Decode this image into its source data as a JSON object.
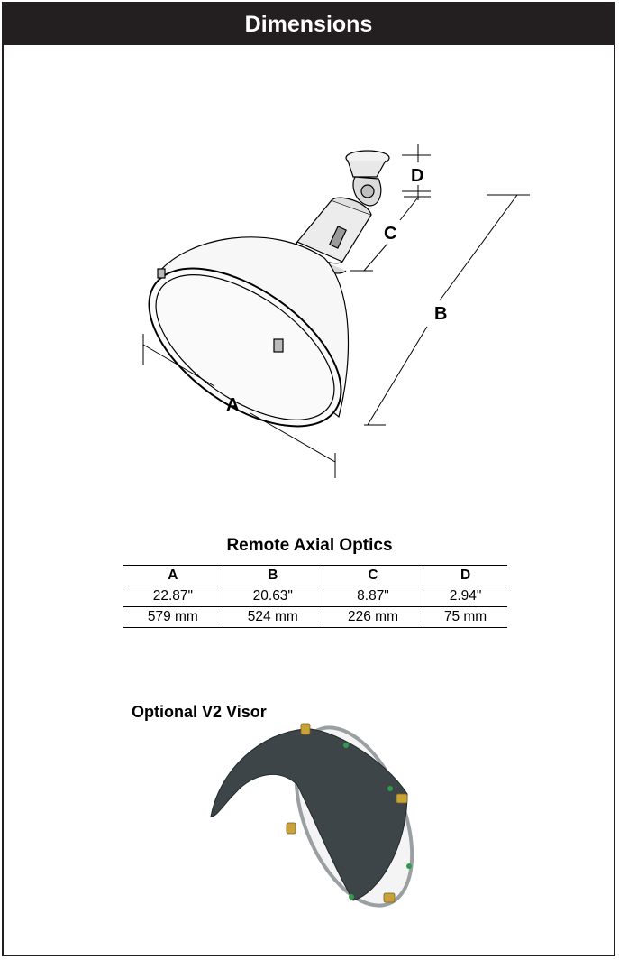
{
  "header": {
    "title": "Dimensions"
  },
  "diagram": {
    "labels": {
      "a": "A",
      "b": "B",
      "c": "C",
      "d": "D"
    }
  },
  "table": {
    "title": "Remote Axial Optics",
    "columns": [
      "A",
      "B",
      "C",
      "D"
    ],
    "rows": [
      [
        "22.87\"",
        "20.63\"",
        "8.87\"",
        "2.94\""
      ],
      [
        "579 mm",
        "524 mm",
        "226 mm",
        "75 mm"
      ]
    ]
  },
  "visor": {
    "title": "Optional V2 Visor"
  },
  "colors": {
    "header_bg": "#231f20",
    "visor": "#3d4548",
    "fitting": "#c9a23a",
    "screw": "#2e9c4a"
  }
}
